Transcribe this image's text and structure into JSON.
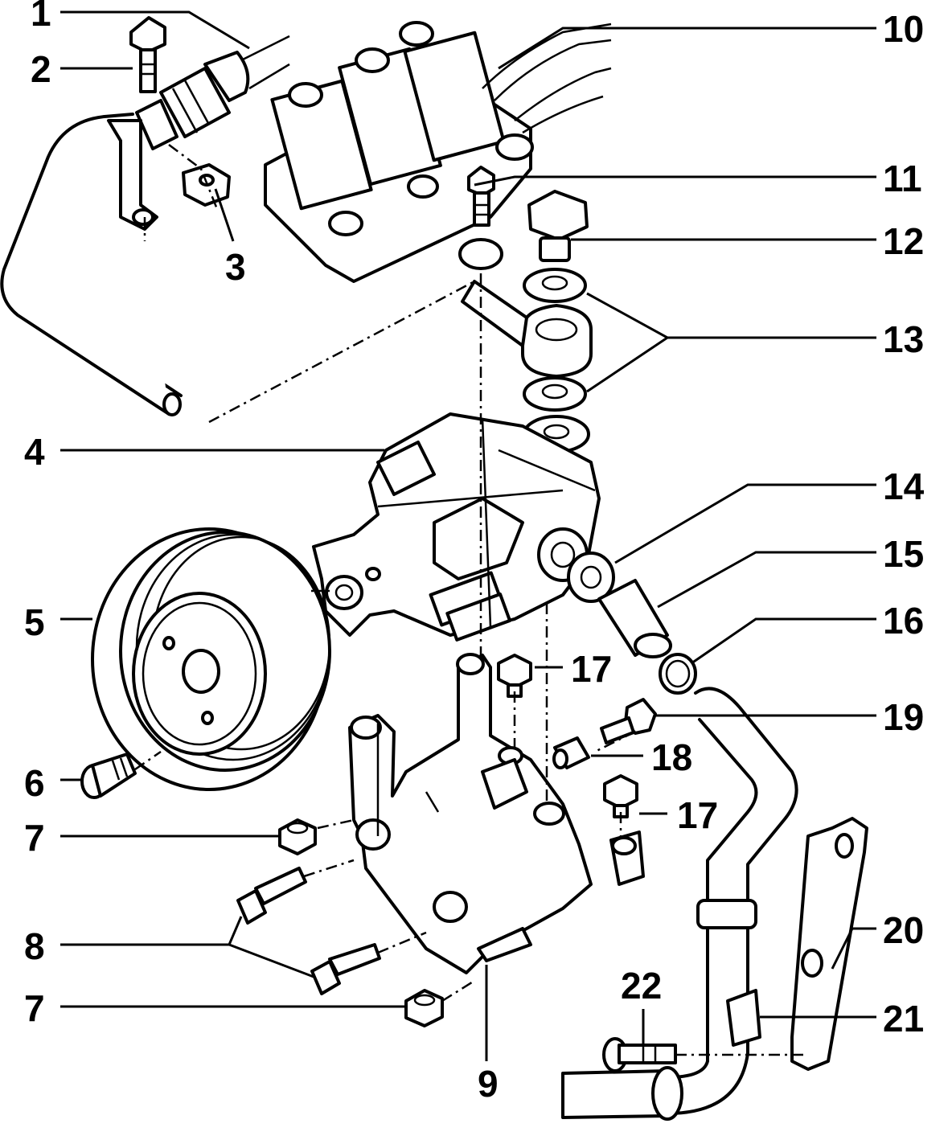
{
  "callouts": {
    "c1": "1",
    "c2": "2",
    "c3": "3",
    "c4": "4",
    "c5": "5",
    "c6": "6",
    "c7a": "7",
    "c7b": "7",
    "c8": "8",
    "c9": "9",
    "c10": "10",
    "c11": "11",
    "c12": "12",
    "c13": "13",
    "c14": "14",
    "c15": "15",
    "c16": "16",
    "c17a": "17",
    "c17b": "17",
    "c18": "18",
    "c19": "19",
    "c20": "20",
    "c21": "21",
    "c22": "22"
  }
}
